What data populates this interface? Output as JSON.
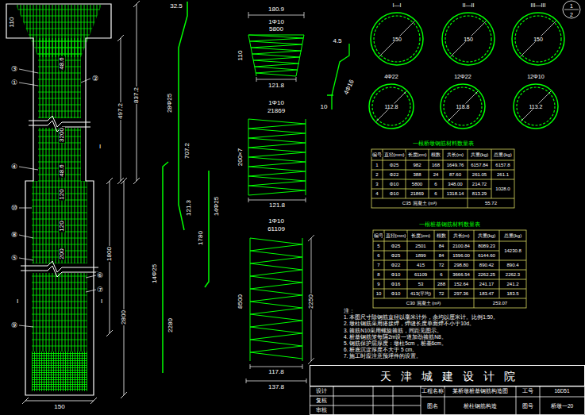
{
  "diagram": {
    "nodes": [
      {
        "text": [
          "I—I",
          "150"
        ]
      },
      {
        "text": [
          "II—II",
          "150"
        ]
      },
      {
        "text": [
          "III—III",
          "150"
        ]
      },
      {
        "text": [
          "1",
          "2"
        ]
      },
      {
        "text": [
          "4Φ22",
          "112.8"
        ]
      },
      {
        "text": [
          "12Φ22",
          "118.8"
        ]
      },
      {
        "text": [
          "12Φ10",
          "113.2"
        ]
      },
      {
        "text": [
          "天津城建设计院"
        ]
      }
    ],
    "labels": [
      "110",
      "48.6",
      "837.2",
      "497.2",
      "3200",
      "48.6",
      "I",
      "120",
      "120",
      "1800",
      "200",
      "2800",
      "I",
      "I",
      "150",
      "③",
      "①",
      "②",
      "④",
      "⑩",
      "⑧",
      "⑤",
      "⑥",
      "⑦",
      "⑨",
      "32.5",
      "28Φ25",
      "707.2",
      "121.3",
      "14Φ25",
      "2280",
      "1780",
      "14Φ25",
      "4Φ16",
      "4.5",
      "10",
      "180.9",
      "1Φ10",
      "5800",
      "110",
      "121.8",
      "1Φ10",
      "21869",
      "200×7",
      "121.8",
      "1Φ10",
      "61109",
      "2250",
      "8500",
      "117.8",
      "137.8",
      "一根桥墩钢筋材料数量表",
      "编号",
      "直径(mm)",
      "长度(cm)",
      "根数",
      "共长(m)",
      "共重(kg)",
      "总重(kg)",
      "1",
      "Φ25",
      "982",
      "168",
      "1649.76",
      "6157.84",
      "6157.8",
      "2",
      "Φ22",
      "388",
      "24",
      "87.60",
      "261.05",
      "261.1",
      "3",
      "Φ10",
      "5800",
      "6",
      "348.00",
      "214.72",
      "4",
      "Φ10",
      "21869",
      "6",
      "1318.14",
      "813.29",
      "1028.0",
      "C35 混凝土 (m³)",
      "55.72",
      "一根桩基钢筋材料数量表",
      "编号",
      "直径(mm)",
      "长度(cm)",
      "根数",
      "共长(m)",
      "共重(kg)",
      "总重(kg)",
      "5",
      "Φ25",
      "2501",
      "84",
      "2100.84",
      "8089.23",
      "14230.8",
      "6",
      "Φ25",
      "1899",
      "84",
      "1596.00",
      "6144.60",
      "7",
      "Φ22",
      "415",
      "72",
      "298.80",
      "890.42",
      "890.4",
      "8",
      "Φ10",
      "61109",
      "6",
      "3666.54",
      "2262.25",
      "2262.3",
      "9",
      "Φ16",
      "53",
      "288",
      "152.64",
      "241.17",
      "241.2",
      "10",
      "Φ10",
      "413(平均)",
      "72",
      "297.36",
      "183.47",
      "183.5",
      "C30 混凝土 (m³)",
      "253.07",
      "注：",
      "1. 本图尺寸除钢筋直径以毫米计外，余均以厘米计。比例1:50。",
      "2. 墩柱钢筋采用搭接焊，焊缝长度单面焊不小于10d。",
      "3. 箍筋N10采用螺旋箍筋，间距见图示。",
      "4. 桩基钢筋笼每隔2m设一道加劲箍筋N8。",
      "5. 钢筋保护层厚度：墩柱5cm，桩基6cm。",
      "6. 桩底沉淀厚度不大于 5 cm。",
      "7. 施工时应注意预埋件的设置。",
      "设计",
      "复核",
      "审核",
      "工程名称",
      "某桥墩桩基钢筋构造图",
      "图名",
      "桩柱钢筋构造",
      "工号",
      "16D51",
      "图号",
      "桥墩一20"
    ]
  }
}
